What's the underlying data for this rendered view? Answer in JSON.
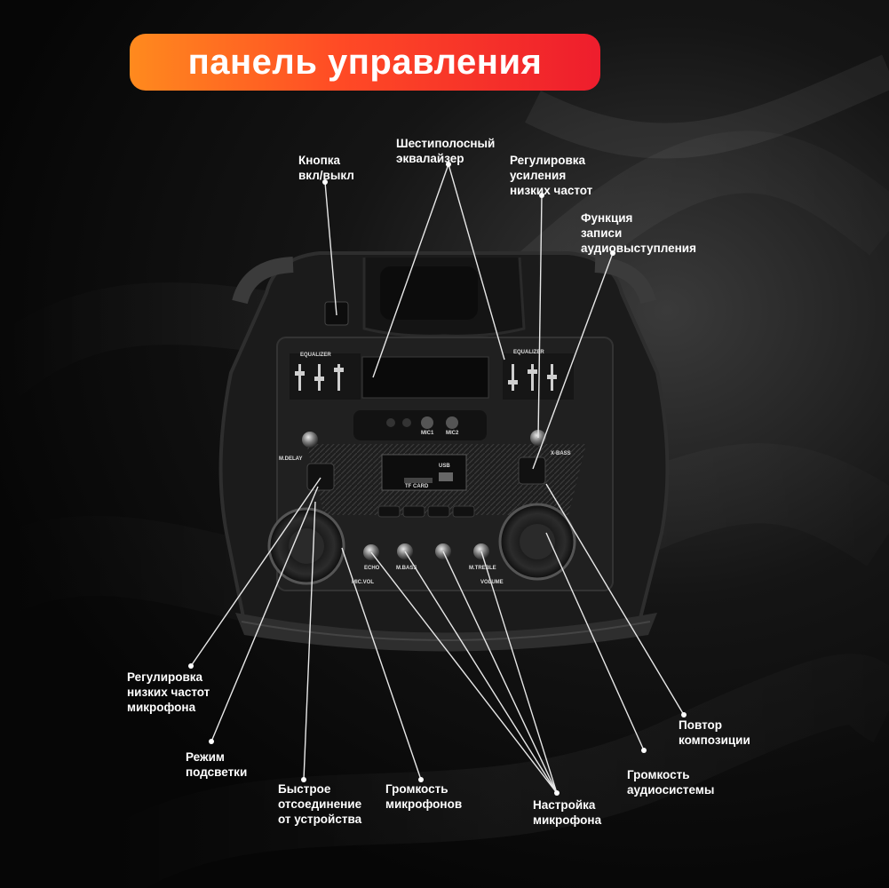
{
  "banner": {
    "title": "панель управления"
  },
  "callouts": {
    "power_button": "Кнопка\nвкл/выкл",
    "six_band_eq": "Шестиполосный\nэквалайзер",
    "bass_boost": "Регулировка\nусиления\nнизких частот",
    "recording": "Функция\nзаписи\nаудиовыступления",
    "mic_bass": "Регулировка\nнизких частот\nмикрофона",
    "light_mode": "Режим\nподсветки",
    "quick_disconnect": "Быстрое\nотсоединение\nот устройства",
    "mic_volume": "Громкость\nмикрофонов",
    "mic_setup": "Настройка\nмикрофона",
    "repeat": "Повтор\nкомпозиции",
    "system_volume": "Громкость\nаудиосистемы"
  },
  "panel_markings": {
    "equalizer_left": "EQUALIZER",
    "equalizer_right": "EQUALIZER",
    "m_delay": "M.DELAY",
    "x_bass": "X-BASS",
    "mic_vol": "MIC.VOL",
    "volume": "VOLUME",
    "echo": "ECHO",
    "m_bass": "M.BASS",
    "m_treble": "M.TREBLE",
    "mic1": "MIC1",
    "mic2": "MIC2",
    "usb": "USB",
    "tf_card": "TF CARD"
  },
  "icons": [
    "power-switch-icon",
    "knob-icon",
    "speaker-woofer-icon"
  ]
}
